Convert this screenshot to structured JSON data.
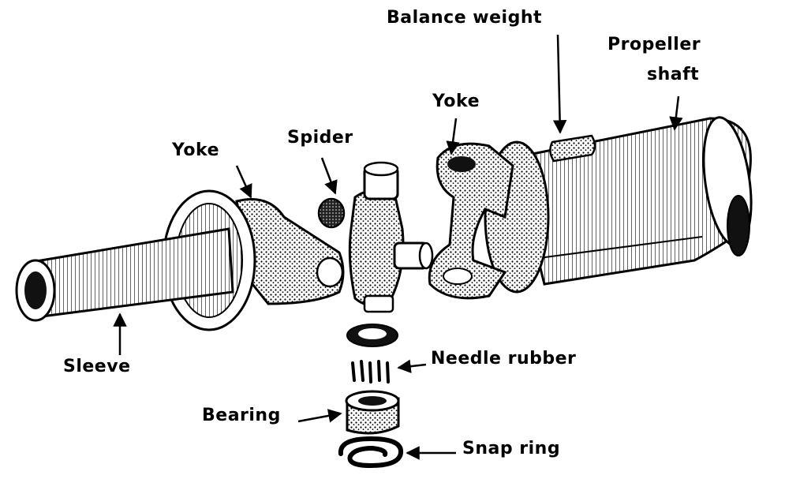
{
  "labels": {
    "balance_weight": "Balance weight",
    "propeller_line1": "Propeller",
    "propeller_line2": "shaft",
    "yoke_right": "Yoke",
    "spider": "Spider",
    "yoke_left": "Yoke",
    "sleeve": "Sleeve",
    "needle_rubber": "Needle rubber",
    "bearing": "Bearing",
    "snap_ring": "Snap ring"
  },
  "colors": {
    "ink": "#000000",
    "paper": "#ffffff",
    "shade": "#555555"
  }
}
